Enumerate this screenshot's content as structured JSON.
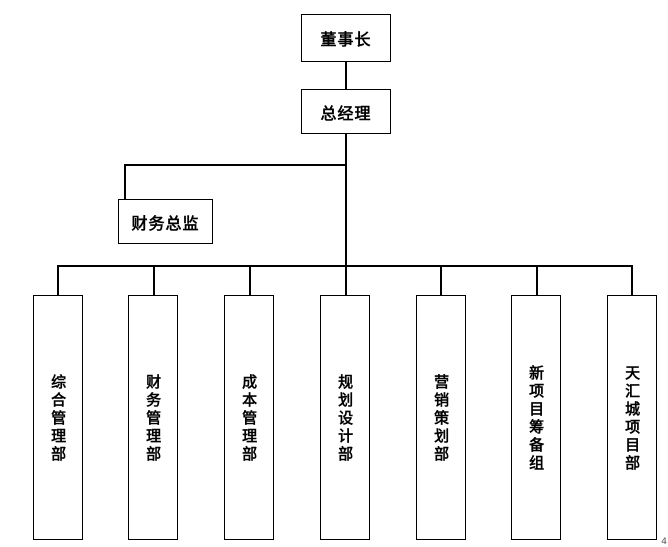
{
  "diagram": {
    "type": "org-chart",
    "title": "",
    "corner_mark": "4",
    "nodes": {
      "chairman": {
        "label": "董事长"
      },
      "general_manager": {
        "label": "总经理"
      },
      "finance_director": {
        "label": "财务总监"
      }
    },
    "departments": [
      {
        "label": "综合管理部"
      },
      {
        "label": "财务管理部"
      },
      {
        "label": "成本管理部"
      },
      {
        "label": "规划设计部"
      },
      {
        "label": "营销策划部"
      },
      {
        "label": "新项目筹备组"
      },
      {
        "label": "天汇城项目部"
      }
    ],
    "colors": {
      "line": "#000000",
      "box_border": "#000000",
      "box_fill": "#ffffff",
      "text": "#000000"
    }
  }
}
